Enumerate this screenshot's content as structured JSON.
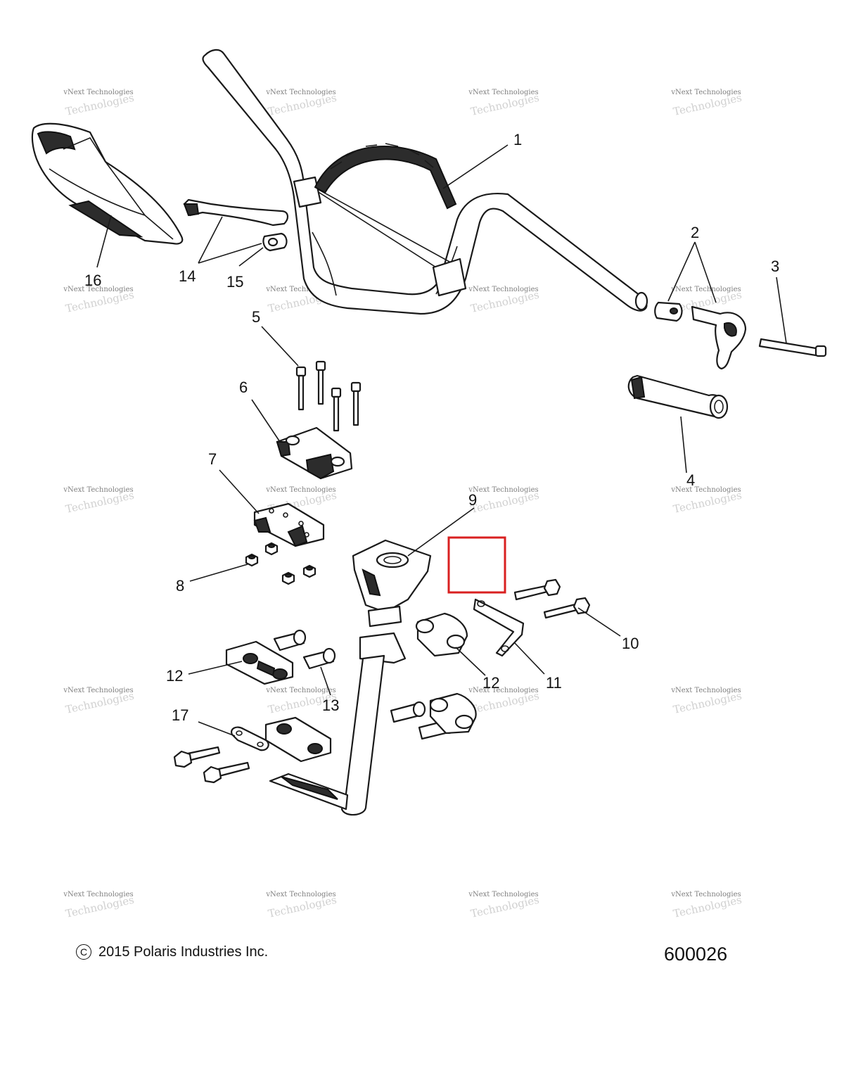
{
  "watermark": {
    "line1": "vNext Technologies",
    "line2": "Technologies",
    "color": "#bdbdbd"
  },
  "highlight": {
    "color": "#d92020"
  },
  "callouts": [
    "1",
    "2",
    "3",
    "4",
    "5",
    "6",
    "7",
    "8",
    "9",
    "10",
    "11",
    "12",
    "12",
    "13",
    "14",
    "15",
    "16",
    "17"
  ],
  "footer": {
    "copyright_symbol": "C",
    "copyright_text": "2015 Polaris Industries Inc.",
    "drawing_number": "600026"
  }
}
